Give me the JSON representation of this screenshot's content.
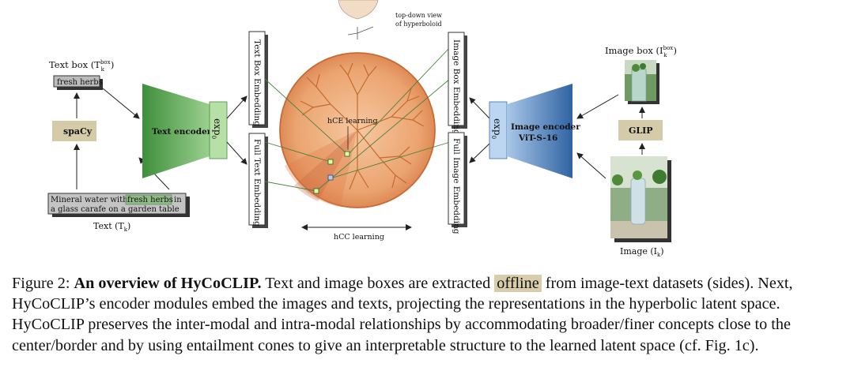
{
  "figure": {
    "text_box_title": "Text box (T",
    "text_box_title_sup": "box",
    "text_box_title_sub": "k",
    "text_box_title_end": ")",
    "text_box_chip": "fresh herbs",
    "spacy_label": "spaCy",
    "full_text_line1_a": "Mineral water with",
    "full_text_highlight": "fresh herbs",
    "full_text_line1_b": "in",
    "full_text_line2": "a glass carafe on a garden table",
    "full_text_label": "Text (T",
    "full_text_label_sub": "k",
    "full_text_label_end": ")",
    "text_encoder_label": "Text encoder",
    "exp_label": "exp",
    "exp_sub": "0",
    "text_box_embedding": "Text Box Embedding",
    "full_text_embedding": "Full Text Embedding",
    "hyperboloid_note_line1": "top-down view",
    "hyperboloid_note_line2": "of hyperboloid",
    "hce_label": "hCE learning",
    "hcc_label": "hCC learning",
    "image_box_embedding": "Image Box Embedding",
    "full_image_embedding": "Full Image Embedding",
    "image_encoder_line1": "Image encoder",
    "image_encoder_line2": "ViT-S-16",
    "glip_label": "GLIP",
    "image_box_title": "Image box (I",
    "image_box_title_sup": "box",
    "image_box_title_sub": "k",
    "image_box_title_end": ")",
    "image_label": "Image (I",
    "image_label_sub": "k",
    "image_label_end": ")",
    "colors": {
      "text_encoder": "#5fa85a",
      "image_encoder": "#4f82b8",
      "disk": "#e9a46a",
      "tan": "#d6cba8"
    }
  },
  "caption": {
    "prefix": "Figure 2: ",
    "bold": "An overview of HyCoCLIP.",
    "part1": " Text and image boxes are extracted ",
    "highlight": "offline",
    "part2": " from image-text datasets (sides). Next, HyCoCLIP’s encoder modules embed the images and texts, projecting the representations in the hyperbolic latent space. HyCoCLIP preserves the inter-modal and intra-modal relationships by accommodating broader/finer concepts close to the center/border and by using entailment cones to give an interpretable structure to the learned latent space (cf. Fig. 1c)."
  }
}
